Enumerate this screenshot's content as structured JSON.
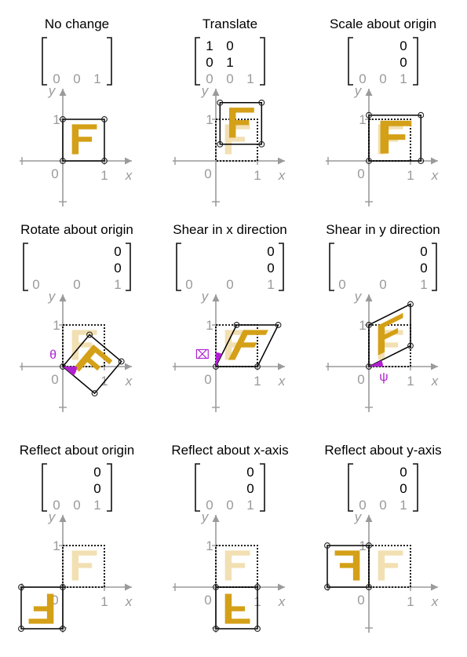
{
  "colors": {
    "axis": "#9a9a9a",
    "ink": "#000000",
    "letter": "#d4a017",
    "letter_faded": "#f2e0b3",
    "angle": "#b020d0"
  },
  "axis_labels": {
    "x": "x",
    "y": "y",
    "origin": "0",
    "one": "1"
  },
  "panels": [
    {
      "key": "no-change",
      "title": "No change",
      "matrix": [
        [
          "",
          "",
          ""
        ],
        [
          "",
          "",
          ""
        ],
        [
          "0",
          "0",
          "1"
        ]
      ],
      "transform": [
        [
          1,
          0,
          0
        ],
        [
          0,
          1,
          0
        ]
      ],
      "show_original": false,
      "angle": null
    },
    {
      "key": "translate",
      "title": "Translate",
      "matrix": [
        [
          "1",
          "0",
          ""
        ],
        [
          "0",
          "1",
          ""
        ],
        [
          "0",
          "0",
          "1"
        ]
      ],
      "transform": [
        [
          1,
          0,
          0.1
        ],
        [
          0,
          1,
          0.4
        ]
      ],
      "show_original": true,
      "angle": null
    },
    {
      "key": "scale",
      "title": "Scale about origin",
      "matrix": [
        [
          "",
          "",
          "0"
        ],
        [
          "",
          "",
          "0"
        ],
        [
          "0",
          "0",
          "1"
        ]
      ],
      "transform": [
        [
          1.25,
          0,
          0
        ],
        [
          0,
          1.1,
          0
        ]
      ],
      "show_original": true,
      "angle": null
    },
    {
      "key": "rotate",
      "title": "Rotate about origin",
      "matrix": [
        [
          "",
          "",
          "0"
        ],
        [
          "",
          "",
          "0"
        ],
        [
          "0",
          "0",
          "1"
        ]
      ],
      "transform": [
        [
          0.766,
          0.643,
          0
        ],
        [
          -0.643,
          0.766,
          0
        ]
      ],
      "show_original": true,
      "angle": {
        "label": "θ",
        "start_deg": -40,
        "end_deg": 0,
        "label_side": "left"
      }
    },
    {
      "key": "shear-x",
      "title": "Shear in x direction",
      "matrix": [
        [
          "",
          "",
          "0"
        ],
        [
          "",
          "",
          "0"
        ],
        [
          "0",
          "0",
          "1"
        ]
      ],
      "transform": [
        [
          1,
          0.5,
          0
        ],
        [
          0,
          1,
          0
        ]
      ],
      "show_original": true,
      "angle": {
        "label": "⌧",
        "start_deg": 63.4,
        "end_deg": 90,
        "label_side": "left"
      }
    },
    {
      "key": "shear-y",
      "title": "Shear in y direction",
      "matrix": [
        [
          "",
          "",
          "0"
        ],
        [
          "",
          "",
          "0"
        ],
        [
          "0",
          "0",
          "1"
        ]
      ],
      "transform": [
        [
          1,
          0,
          0
        ],
        [
          0.5,
          1,
          0
        ]
      ],
      "show_original": true,
      "angle": {
        "label": "ψ",
        "start_deg": 0,
        "end_deg": 26.6,
        "label_side": "below"
      }
    },
    {
      "key": "reflect-origin",
      "title": "Reflect about origin",
      "matrix": [
        [
          "",
          "",
          "0"
        ],
        [
          "",
          "",
          "0"
        ],
        [
          "0",
          "0",
          "1"
        ]
      ],
      "transform": [
        [
          -1,
          0,
          0
        ],
        [
          0,
          -1,
          0
        ]
      ],
      "show_original": true,
      "angle": null
    },
    {
      "key": "reflect-x",
      "title": "Reflect about x-axis",
      "matrix": [
        [
          "",
          "",
          "0"
        ],
        [
          "",
          "",
          "0"
        ],
        [
          "0",
          "0",
          "1"
        ]
      ],
      "transform": [
        [
          1,
          0,
          0
        ],
        [
          0,
          -1,
          0
        ]
      ],
      "show_original": true,
      "angle": null
    },
    {
      "key": "reflect-y",
      "title": "Reflect about y-axis",
      "matrix": [
        [
          "",
          "",
          "0"
        ],
        [
          "",
          "",
          "0"
        ],
        [
          "0",
          "0",
          "1"
        ]
      ],
      "transform": [
        [
          -1,
          0,
          0
        ],
        [
          0,
          1,
          0
        ]
      ],
      "show_original": true,
      "angle": null
    }
  ]
}
